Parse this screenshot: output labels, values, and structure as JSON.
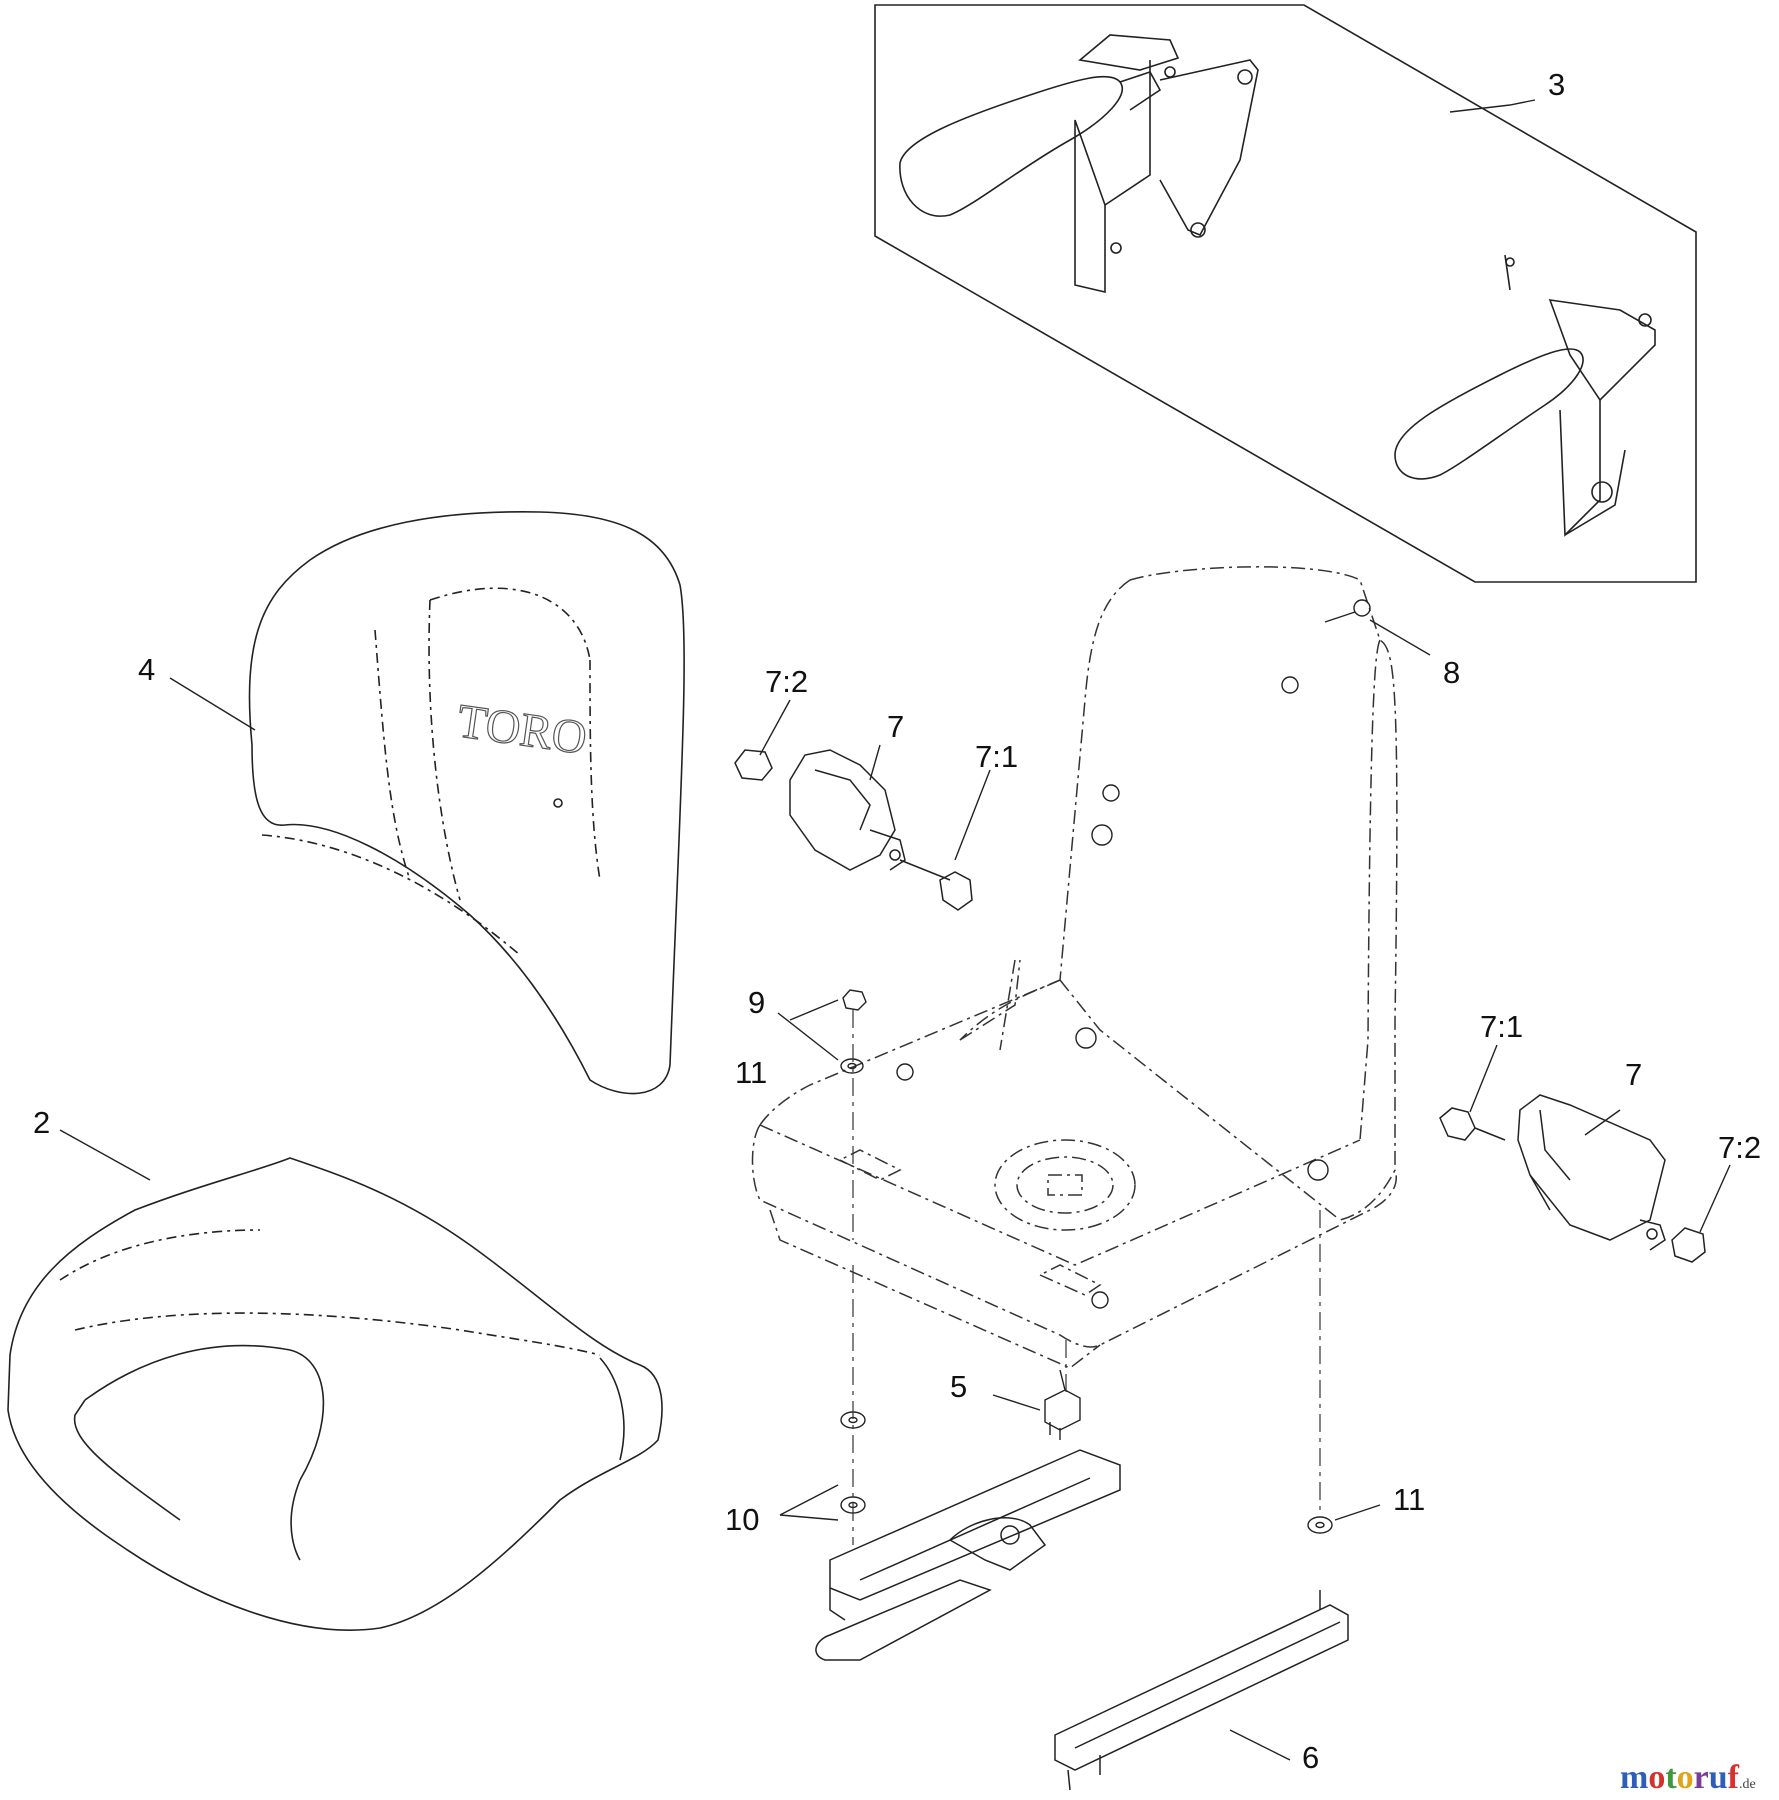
{
  "callouts": {
    "c3": "3",
    "c4": "4",
    "c2": "2",
    "c8": "8",
    "c7_2_left": "7:2",
    "c7_left": "7",
    "c7_1_left": "7:1",
    "c9": "9",
    "c11_top": "11",
    "c7_1_right": "7:1",
    "c7_right": "7",
    "c7_2_right": "7:2",
    "c5": "5",
    "c10": "10",
    "c11_bottom": "11",
    "c6": "6"
  },
  "embossed_logo": "TORO",
  "watermark": {
    "m": "m",
    "o1": "o",
    "t": "t",
    "o2": "o",
    "r": "r",
    "u": "u",
    "f": "f",
    "suffix": ".de"
  },
  "colors": {
    "line": "#222222",
    "phantom": "#333333",
    "watermark_blue": "#2f5fb4",
    "watermark_red": "#d4322b",
    "watermark_green": "#3c9a3c",
    "watermark_yellow": "#e2a21b",
    "watermark_purple": "#7a3e9a"
  }
}
